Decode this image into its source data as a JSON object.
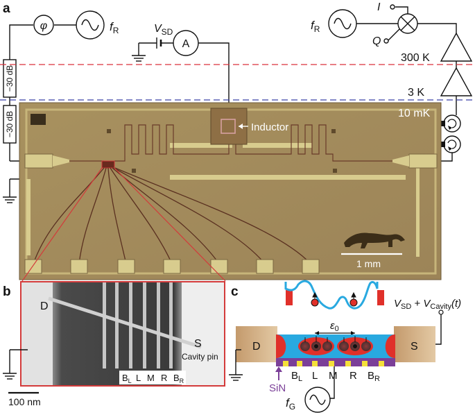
{
  "panel_labels": {
    "a": "a",
    "b": "b",
    "c": "c"
  },
  "circuit": {
    "phase_symbol": "φ",
    "freq_left": "f",
    "freq_left_sub": "R",
    "freq_right": "f",
    "freq_right_sub": "R",
    "vsd": "V",
    "vsd_sub": "SD",
    "ammeter": "A",
    "mixer_I": "I",
    "mixer_Q": "Q",
    "attenuator_top": "−30 dB",
    "attenuator_bottom": "−30 dB",
    "temp_300k": "300 K",
    "temp_3k": "3 K",
    "temp_10mk": "10 mK",
    "inductor_label": "Inductor",
    "scale_bar_chip": "1 mm"
  },
  "sem": {
    "label_D": "D",
    "label_S": "S",
    "cavity_pin": "Cavity pin",
    "gates": [
      {
        "main": "B",
        "sub": "L"
      },
      {
        "main": "L",
        "sub": ""
      },
      {
        "main": "M",
        "sub": ""
      },
      {
        "main": "R",
        "sub": ""
      },
      {
        "main": "B",
        "sub": "R"
      }
    ],
    "scale_bar": "100 nm"
  },
  "schematic": {
    "label_D": "D",
    "label_S": "S",
    "sin_label": "SiN",
    "epsilon": "ε",
    "epsilon_sub": "0",
    "fg": "f",
    "fg_sub": "G",
    "vsd_cavity": {
      "v1": "V",
      "s1": "SD",
      "plus": " + ",
      "v2": "V",
      "s2": "Cavity",
      "t": "(t)"
    },
    "gates": [
      {
        "main": "B",
        "sub": "L"
      },
      {
        "main": "L",
        "sub": ""
      },
      {
        "main": "M",
        "sub": ""
      },
      {
        "main": "R",
        "sub": ""
      },
      {
        "main": "B",
        "sub": "R"
      }
    ]
  },
  "colors": {
    "chip_bg": "#a48b5e",
    "chip_pad": "#d8cc8e",
    "line_300k": "#d9303a",
    "line_3k": "#3a40a8",
    "sem_border": "#d33a3a",
    "channel_blue": "#29a9e0",
    "dot_red": "#e0302a",
    "dielectric_purple": "#7b3f98",
    "gate_yellow": "#f5e03a",
    "contact_tan": "#c9a57c"
  }
}
